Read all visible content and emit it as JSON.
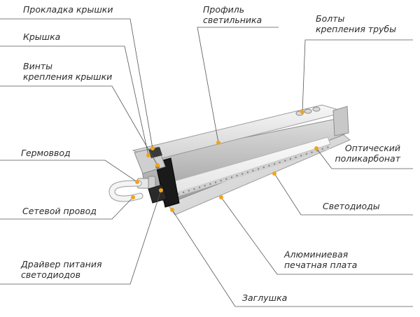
{
  "labels": {
    "gasket": "Прокладка крышки",
    "cover": "Крышка",
    "screws_1": "Винты",
    "screws_2": "крепления крышки",
    "gland": "Гермоввод",
    "power_cable": "Сетевой провод",
    "driver_1": "Драйвер питания",
    "driver_2": "светодиодов",
    "profile_1": "Профиль",
    "profile_2": "светильника",
    "bolts_1": "Болты",
    "bolts_2": "крепления трубы",
    "optic_1": "Оптический",
    "optic_2": "поликарбонат",
    "leds": "Светодиоды",
    "pcb_1": "Алюминиевая",
    "pcb_2": "печатная плата",
    "end_cap": "Заглушка"
  },
  "colors": {
    "leader_line": "#555555",
    "marker_dot": "#f0a41a",
    "aluminium_light": "#eeeeee",
    "aluminium_dark": "#8f8f8f",
    "end_cap": "#1a1a1a"
  }
}
